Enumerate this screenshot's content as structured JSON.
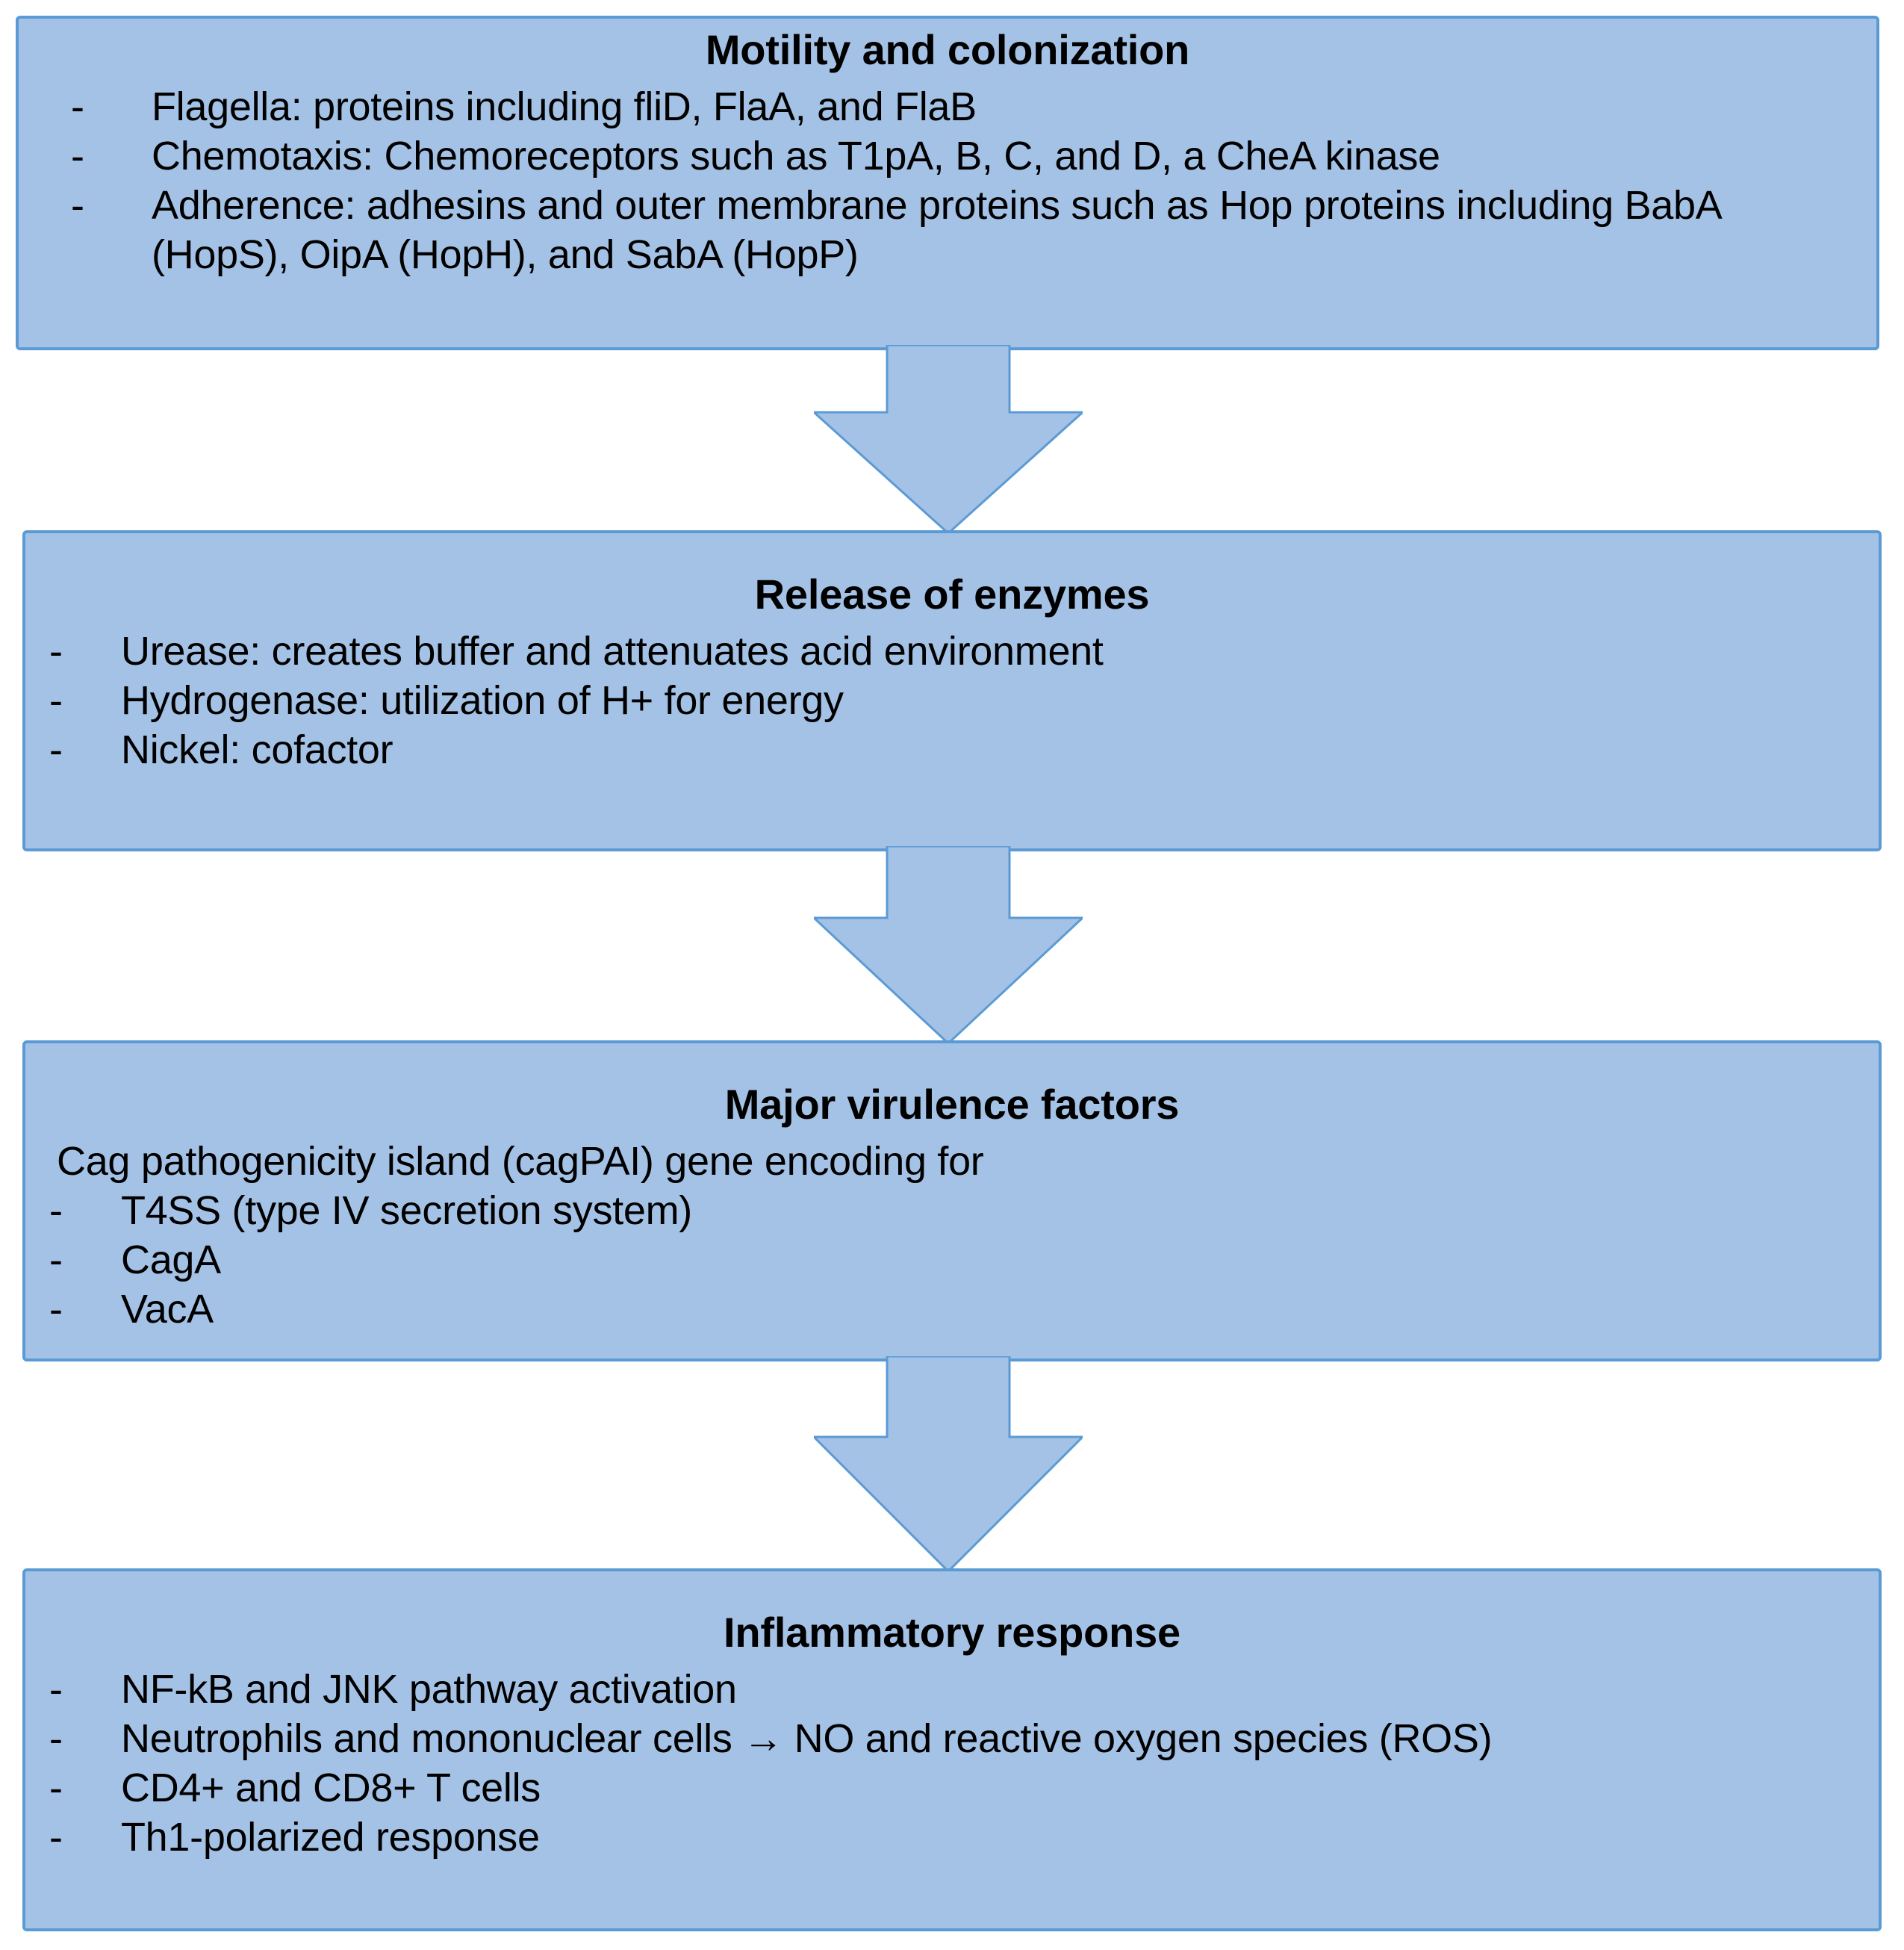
{
  "diagram": {
    "type": "vertical-flowchart",
    "colors": {
      "box_fill": "#A4C2E5",
      "box_border": "#5B9BD5",
      "arrow_fill": "#A4C2E5",
      "arrow_border": "#5B9BD5",
      "text": "#000000",
      "background": "#FFFFFF"
    },
    "boxes": [
      {
        "title": "Motility and colonization",
        "lines": [
          {
            "bullet": "-",
            "text": "Flagella: proteins including fliD, FlaA, and FlaB"
          },
          {
            "bullet": "-",
            "text": "Chemotaxis: Chemoreceptors such as T1pA, B, C, and D, a CheA kinase"
          },
          {
            "bullet": "-",
            "text": "Adherence: adhesins and outer membrane proteins such as Hop proteins including BabA (HopS), OipA (HopH), and SabA (HopP)"
          }
        ]
      },
      {
        "title": "Release of enzymes",
        "lines": [
          {
            "bullet": "-",
            "text": "Urease: creates buffer and attenuates acid environment"
          },
          {
            "bullet": "-",
            "text": "Hydrogenase: utilization of H+ for energy"
          },
          {
            "bullet": "-",
            "text": "Nickel: cofactor"
          }
        ]
      },
      {
        "title": "Major virulence factors",
        "lines": [
          {
            "bullet": "",
            "text": "Cag pathogenicity island (cagPAI) gene encoding for"
          },
          {
            "bullet": "-",
            "text": "T4SS (type IV secretion system)"
          },
          {
            "bullet": "-",
            "text": "CagA"
          },
          {
            "bullet": "-",
            "text": "VacA"
          }
        ]
      },
      {
        "title": "Inflammatory response",
        "lines": [
          {
            "bullet": "-",
            "text": "NF-kB and JNK pathway activation"
          },
          {
            "bullet": "-",
            "text": "Neutrophils and mononuclear cells → NO and reactive oxygen species (ROS)"
          },
          {
            "bullet": "-",
            "text": "CD4+ and CD8+ T cells"
          },
          {
            "bullet": "-",
            "text": "Th1-polarized response"
          }
        ]
      }
    ],
    "arrows": [
      {
        "from": "Motility and colonization",
        "to": "Release of enzymes",
        "direction": "down"
      },
      {
        "from": "Release of enzymes",
        "to": "Major virulence factors",
        "direction": "down"
      },
      {
        "from": "Major virulence factors",
        "to": "Inflammatory response",
        "direction": "down"
      }
    ]
  }
}
